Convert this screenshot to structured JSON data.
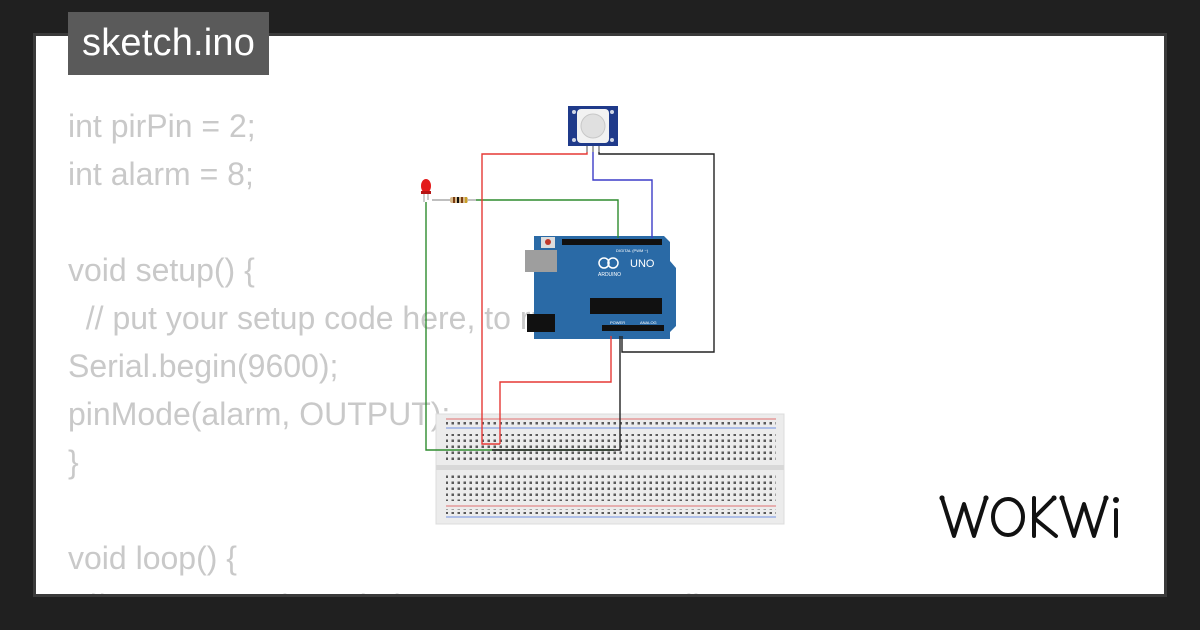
{
  "project": {
    "filename": "sketch.ino"
  },
  "code_lines": [
    "int pirPin = 2;",
    "int alarm = 8;",
    "",
    "void setup() {",
    "  // put your setup code here, to run once:",
    "Serial.begin(9600);",
    "pinMode(alarm, OUTPUT);",
    "}",
    "",
    "void loop() {",
    "  // put your main code here, to run repeatedly:"
  ],
  "board": {
    "model_label": "UNO",
    "brand_label": "ARDUINO",
    "header_label": "DIGITAL (PWM ~)",
    "power_label": "POWER",
    "analog_label": "ANALOG",
    "color": "#2a6aa6"
  },
  "wire_colors": {
    "power": "#e53935",
    "ground": "#222222",
    "signal": "#3d3dc8",
    "led": "#2e8b2e"
  },
  "brand": {
    "logo_text": "WOKWI"
  }
}
